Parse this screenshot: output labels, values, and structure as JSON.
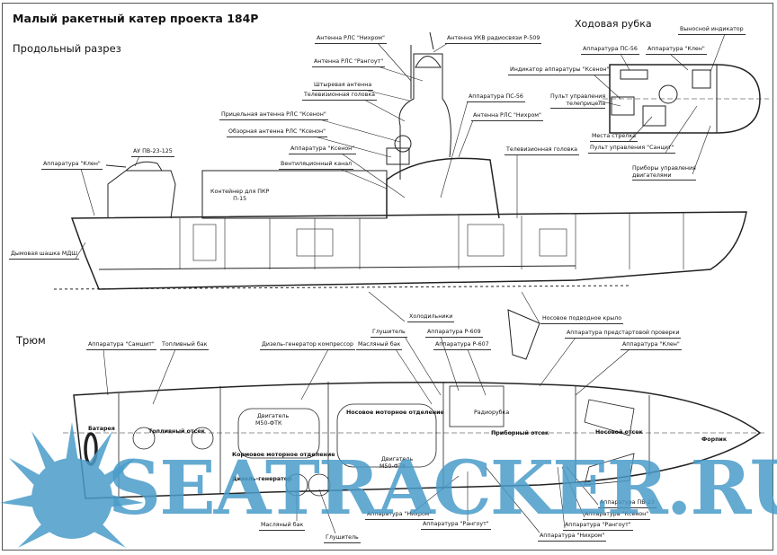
{
  "title": "Малый ракетный катер проекта 184Р",
  "sections": {
    "profile": "Продольный разрез",
    "wheelhouse": "Ходовая рубка",
    "hold": "Трюм"
  },
  "profile_labels": [
    "Антенна РЛС \"Нихром\"",
    "Антенна УКВ радиосвязи Р-509",
    "Антенна РЛС \"Рангоут\"",
    "Штыревая антенна",
    "Телевизионная головка",
    "Прицельная антенна РЛС \"Ксенон\"",
    "Обзорная антенна РЛС \"Ксенон\"",
    "Аппаратура \"Ксенон\"",
    "Вентиляционный канал",
    "Аппаратура ПС-56",
    "Антенна РЛС \"Нихром\"",
    "Телевизионная головка",
    "АУ ПВ-23-125",
    "Аппаратура \"Клен\"",
    "Дымовая шашка МДШ",
    "Холодильники",
    "Носовое подводное крыло"
  ],
  "container_label": [
    "Контейнер для ПКР",
    "П-15"
  ],
  "wheelhouse_labels": [
    "Выносной индикатор",
    "Аппаратура ПС-56",
    "Аппаратура \"Клен\"",
    "Индикатор аппаратуры \"Ксенон\"",
    "Пульт управления",
    "телеприцела",
    "Места стрелка",
    "Пульт управления \"Санцит\"",
    "Приборы управления",
    "двигателями"
  ],
  "hold_labels": [
    "Аппаратура \"Самшит\"",
    "Топливный бак",
    "Дизель-генератор компрессор",
    "Масляный бак",
    "Глушитель",
    "Аппаратура Р-609",
    "Аппаратура Р-607",
    "Аппаратура предстартовой проверки",
    "Аппаратура \"Клен\"",
    "Масляный бак",
    "Глушитель",
    "Аппаратура \"Нихром\"",
    "Аппаратура \"Рангоут\"",
    "Аппаратура \"Нихром\"",
    "Аппаратура ПВ-23",
    "Аппаратура \"Ксенон\"",
    "Аппаратура \"Рангоут\""
  ],
  "hold_compartments": [
    "Батарея",
    "Топливный отсек",
    "Двигатель",
    "М50-ФТК",
    "Кормовое моторное отделение",
    "Дизель-генератор",
    "Носовое моторное отделение",
    "Двигатель",
    "М50-ФТК",
    "Радиорубка",
    "Приборный отсек",
    "Носовой отсек",
    "Форпик"
  ],
  "watermark": "SEATRACKER.RU",
  "colors": {
    "watermark": "#4a9cc9",
    "lines": "#222222"
  }
}
